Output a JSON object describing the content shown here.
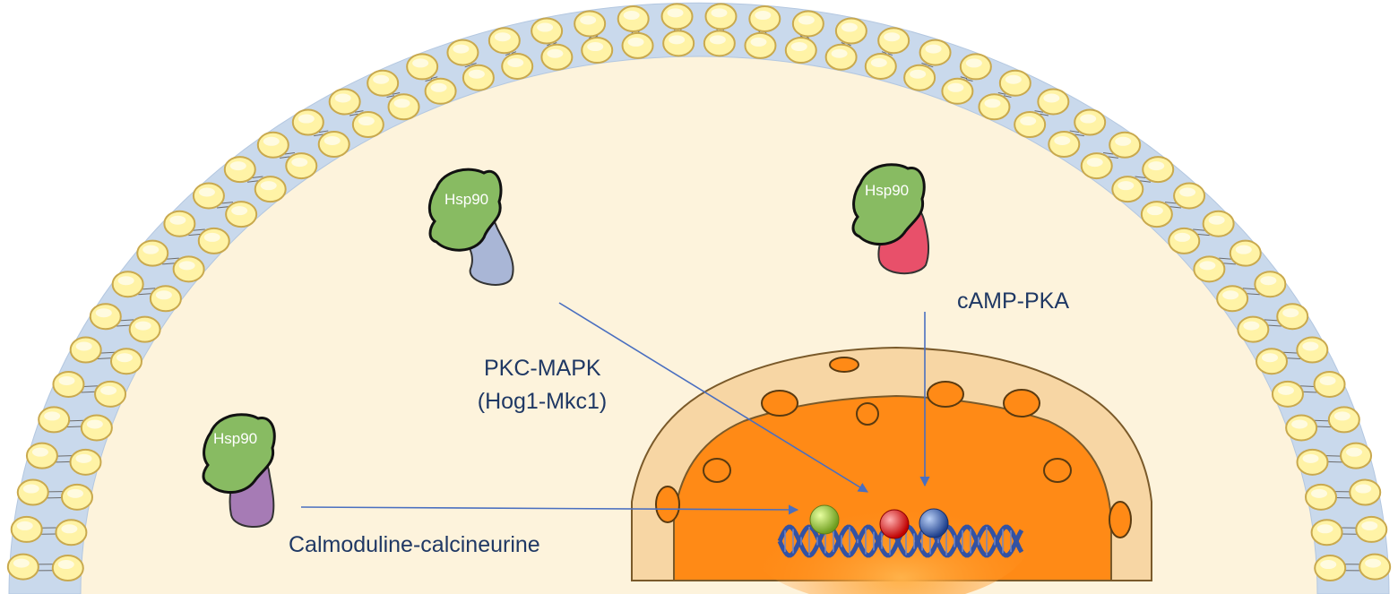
{
  "hsp_complexes": [
    {
      "label": "Hsp90",
      "client_color": "#a9b6d6"
    },
    {
      "label": "Hsp90",
      "client_color": "#e8506a"
    },
    {
      "label": "Hsp90",
      "client_color": "#a67bb5"
    }
  ],
  "pathways": {
    "pkc_mapk": {
      "line1": "PKC-MAPK",
      "line2": "(Hog1-Mkc1)"
    },
    "camp_pka": "cAMP-PKA",
    "calmoduline": "Calmoduline-calcineurine"
  },
  "colors": {
    "cytoplasm": "#fdf3dc",
    "membrane_head": "#fff3a6",
    "membrane_tail": "#c9d9ec",
    "nucleus": "#ff8a16",
    "nuclear_envelope": "#f7d6a4",
    "hsp90": "#88bb62",
    "arrow": "#4a6fc0",
    "label_text": "#1f3864",
    "dna": "#3352a3",
    "gene_green": "#9fd24a",
    "gene_red": "#ff1414",
    "gene_blue": "#3e6ac3"
  }
}
